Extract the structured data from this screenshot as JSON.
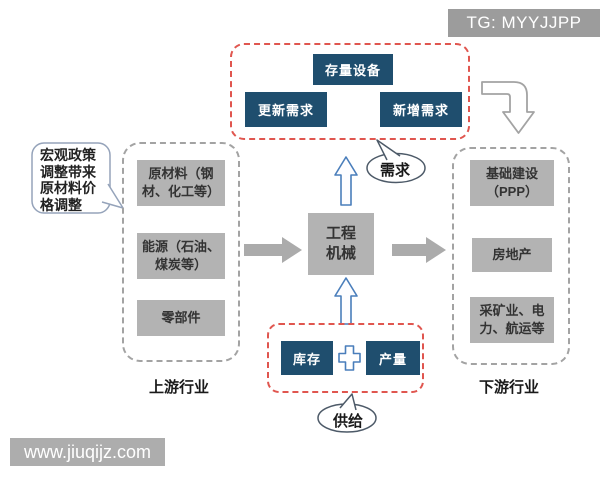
{
  "badge": {
    "text": "TG: MYYJJPP"
  },
  "watermark": {
    "text": "www.jiuqijz.com"
  },
  "demand": {
    "stock_equipment": "存量设备",
    "renewal_demand": "更新需求",
    "new_demand": "新增需求",
    "bubble_label": "需求"
  },
  "supply": {
    "inventory": "库存",
    "output": "产量",
    "bubble_label": "供给"
  },
  "upstream": {
    "label": "上游行业",
    "note": "宏观政策\n调整带来\n原材料价\n格调整",
    "items": [
      "原材料（钢\n材、化工等）",
      "能源（石油、\n煤炭等）",
      "零部件"
    ]
  },
  "center": {
    "label": "工程\n机械"
  },
  "downstream": {
    "label": "下游行业",
    "items": [
      "基础建设\n（PPP）",
      "房地产",
      "采矿业、电\n力、航运等"
    ]
  },
  "colors": {
    "navy_box": "#1f4e6e",
    "gray_box": "#b3b3b3",
    "red_dashed": "#e0564f",
    "gray_dashed": "#a3a3a3",
    "blue_arrow": "#4a7ebb",
    "gray_arrow": "#ababab",
    "badge_bg": "#9c9c9c"
  }
}
